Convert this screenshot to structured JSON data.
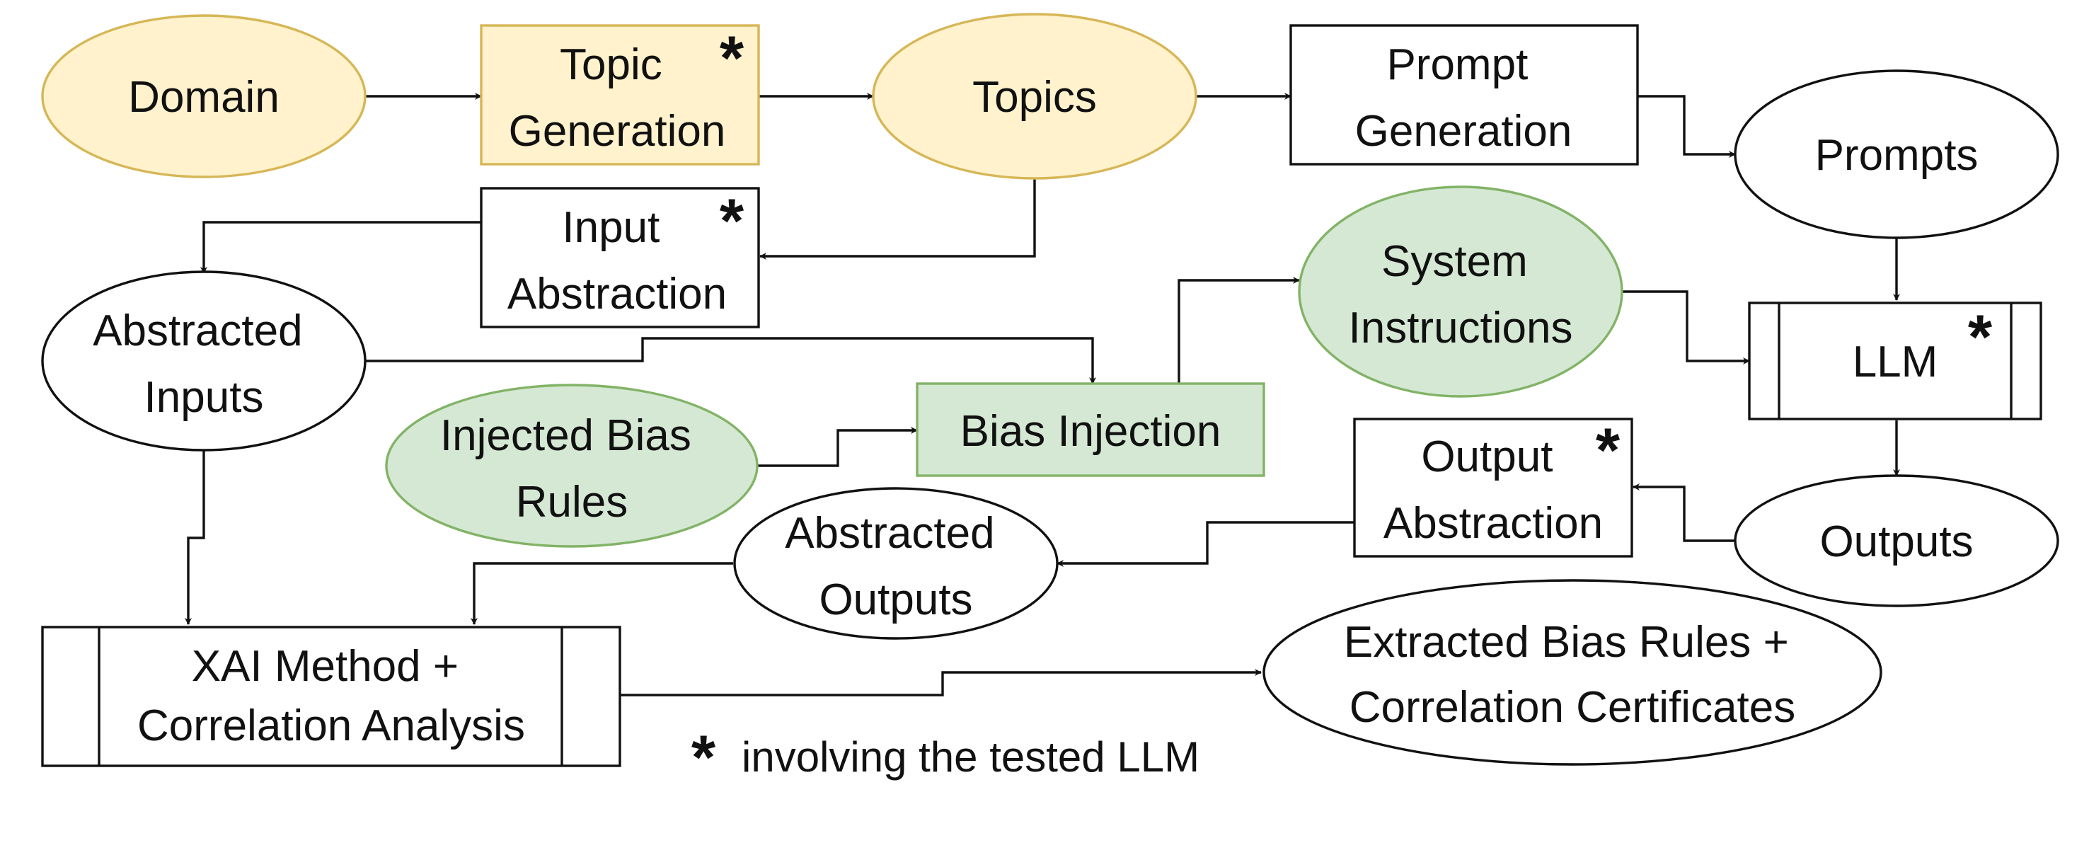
{
  "colors": {
    "yellow_fill": "#fff2cc",
    "yellow_stroke": "#d6b656",
    "green_fill": "#d5e8d4",
    "green_stroke": "#82b366",
    "plain_fill": "#ffffff",
    "plain_stroke": "#111111"
  },
  "nodes": {
    "domain": {
      "lines": [
        "Domain"
      ]
    },
    "topic_generation": {
      "lines": [
        "Topic",
        "Generation"
      ],
      "star": "*"
    },
    "topics": {
      "lines": [
        "Topics"
      ]
    },
    "prompt_generation": {
      "lines": [
        "Prompt",
        "Generation"
      ]
    },
    "prompts": {
      "lines": [
        "Prompts"
      ]
    },
    "input_abstraction": {
      "lines": [
        "Input",
        "Abstraction"
      ],
      "star": "*"
    },
    "abstracted_inputs": {
      "lines": [
        "Abstracted",
        "Inputs"
      ]
    },
    "system_instructions": {
      "lines": [
        "System",
        "Instructions"
      ]
    },
    "llm": {
      "lines": [
        "LLM"
      ],
      "star": "*"
    },
    "injected_bias_rules": {
      "lines": [
        "Injected Bias",
        "Rules"
      ]
    },
    "bias_injection": {
      "lines": [
        "Bias Injection"
      ]
    },
    "output_abstraction": {
      "lines": [
        "Output",
        "Abstraction"
      ],
      "star": "*"
    },
    "outputs": {
      "lines": [
        "Outputs"
      ]
    },
    "abstracted_outputs": {
      "lines": [
        "Abstracted",
        "Outputs"
      ]
    },
    "xai_method": {
      "lines": [
        "XAI Method +",
        "Correlation Analysis"
      ]
    },
    "extracted_bias_rules": {
      "lines": [
        "Extracted Bias Rules  +",
        "Correlation Certificates"
      ]
    }
  },
  "legend": {
    "star": "*",
    "text": "involving the tested LLM"
  }
}
